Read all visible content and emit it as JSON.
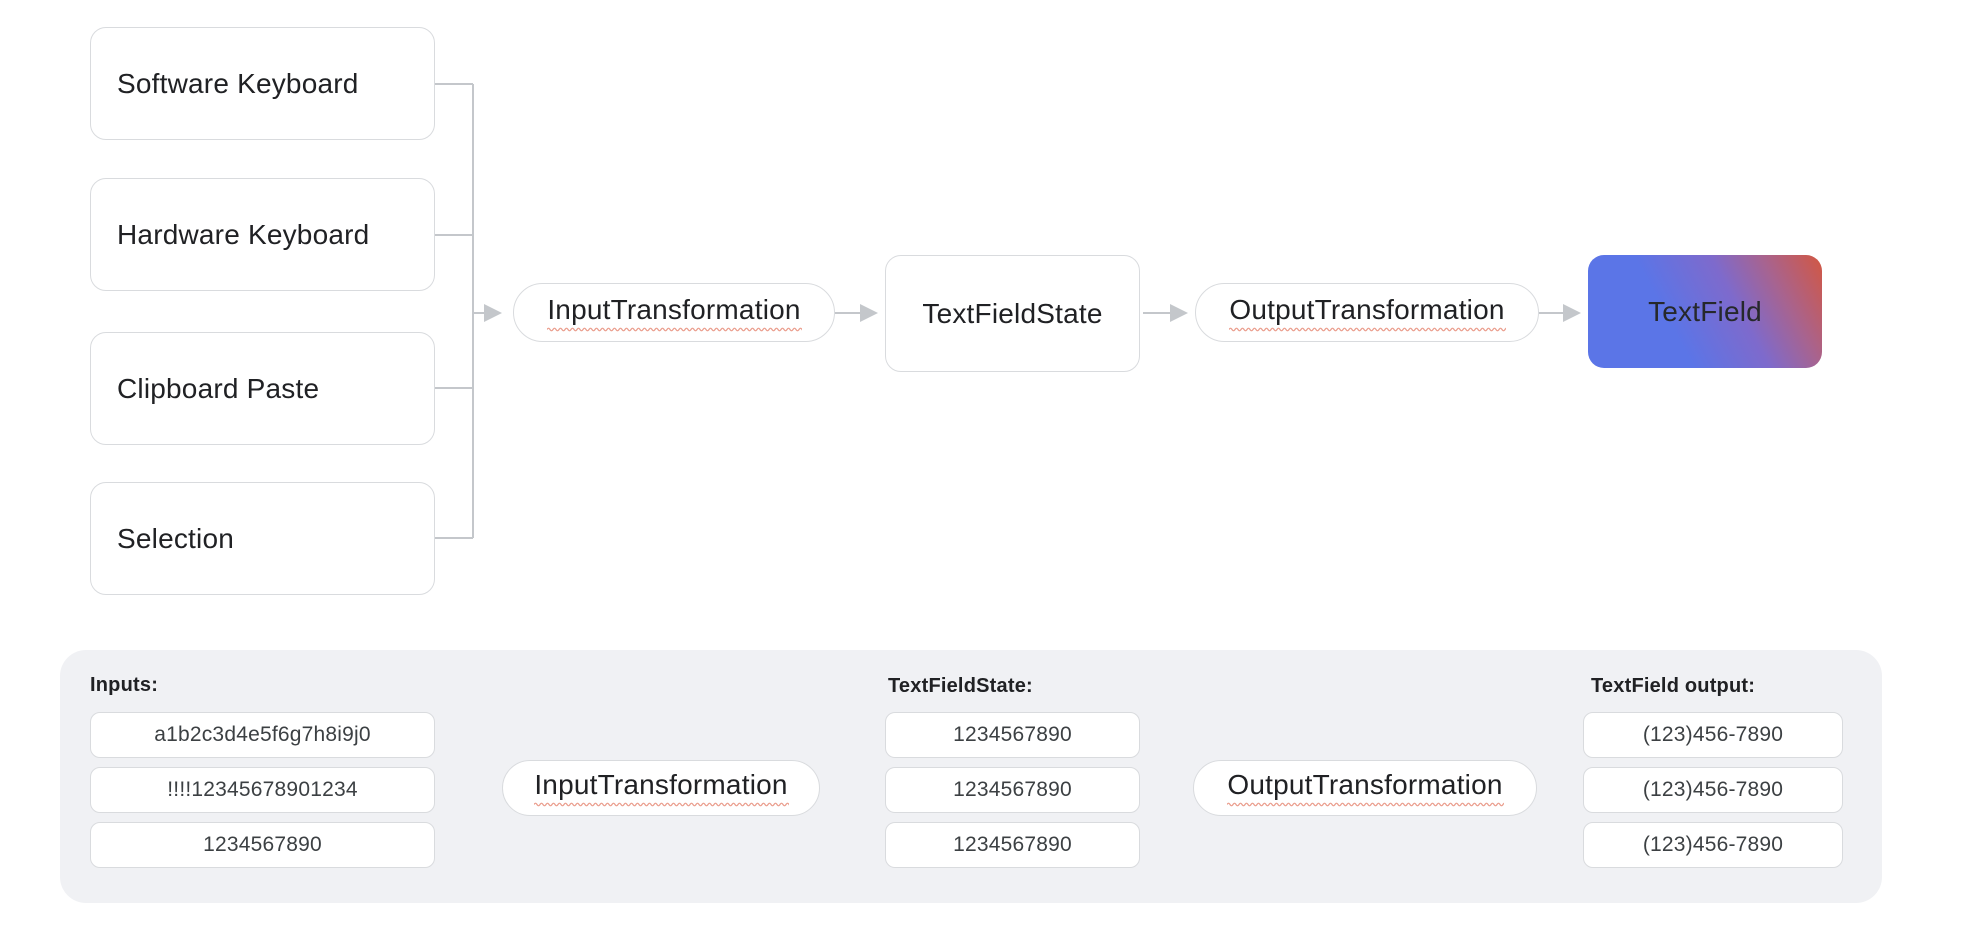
{
  "top_flow": {
    "sources": [
      {
        "label": "Software Keyboard"
      },
      {
        "label": "Hardware Keyboard"
      },
      {
        "label": "Clipboard Paste"
      },
      {
        "label": "Selection"
      }
    ],
    "input_transformation_label": "InputTransformation",
    "text_field_state_label": "TextFieldState",
    "output_transformation_label": "OutputTransformation",
    "text_field_label": "TextField"
  },
  "bottom_flow": {
    "inputs_label": "Inputs:",
    "inputs": [
      "a1b2c3d4e5f6g7h8i9j0",
      "!!!!12345678901234",
      "1234567890"
    ],
    "input_transformation_label": "InputTransformation",
    "state_label": "TextFieldState:",
    "states": [
      "1234567890",
      "1234567890",
      "1234567890"
    ],
    "output_transformation_label": "OutputTransformation",
    "output_label": "TextField output:",
    "outputs": [
      "(123)456-7890",
      "(123)456-7890",
      "(123)456-7890"
    ]
  },
  "colors": {
    "text": "#202124",
    "node_border": "#d9dbde",
    "connector_line": "#c4c7cb",
    "panel_background": "#f0f1f4",
    "spellcheck_squiggle": "#eba191",
    "textfield_gradient": [
      "#5b75e7",
      "#7e6acc",
      "#a9638d",
      "#d25742"
    ]
  }
}
